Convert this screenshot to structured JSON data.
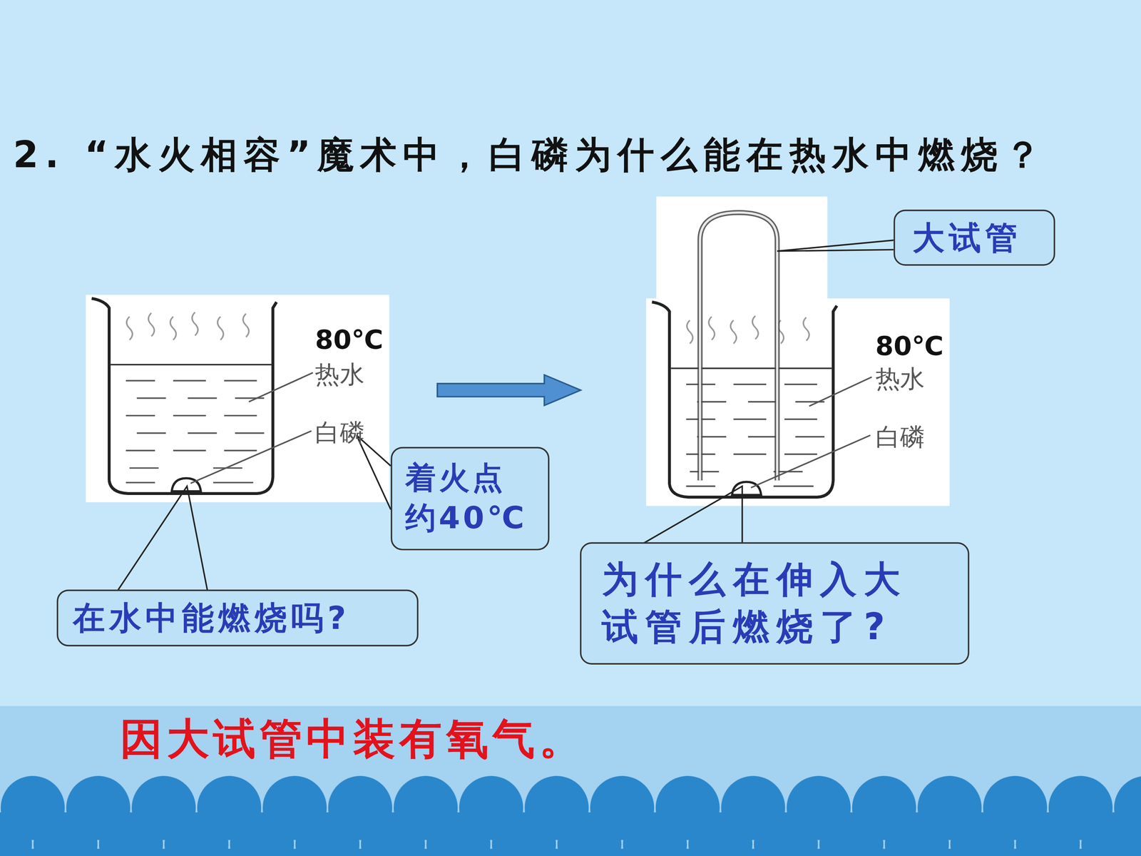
{
  "diagram": {
    "title": "2. “水火相容”魔术中，白磷为什么能在热水中燃烧？",
    "nodes": [
      {
        "text": [
          "大试管"
        ]
      },
      {
        "text": [
          "着火点 约40℃"
        ]
      },
      {
        "text": [
          "在水中能燃烧吗?"
        ]
      },
      {
        "text": [
          "为什么在伸入大 试管后燃烧了?"
        ]
      },
      {
        "text": [
          "因大试管中装有氧气。"
        ]
      }
    ],
    "labels": [
      "80℃",
      "热水",
      "白磷",
      "80℃",
      "热水",
      "白磷"
    ]
  }
}
